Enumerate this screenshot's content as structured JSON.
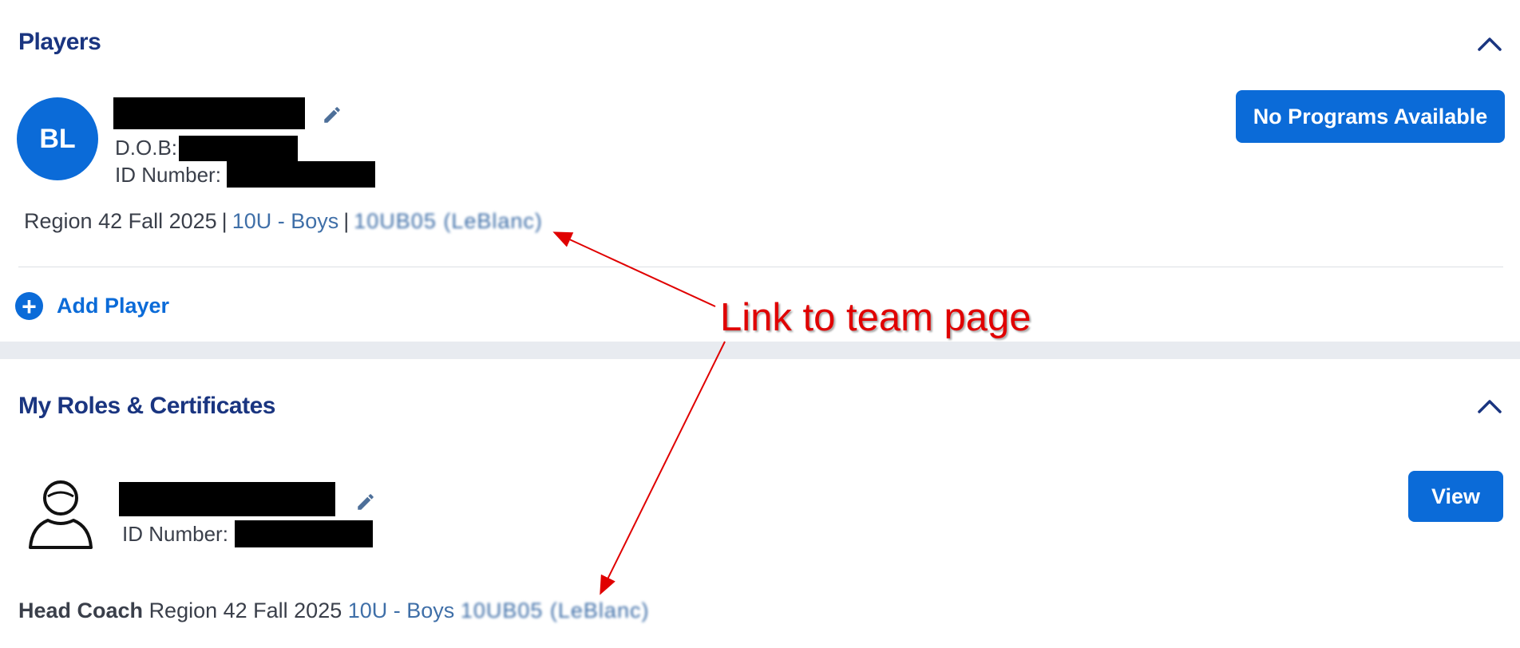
{
  "players": {
    "title": "Players",
    "player": {
      "initials": "BL",
      "dob_label": "D.O.B:",
      "id_label": "ID Number:",
      "button_label": "No Programs Available",
      "registration": {
        "program": "Region 42 Fall 2025",
        "division": "10U - Boys",
        "team": "10UB05 (LeBlanc)"
      }
    },
    "add_player_label": "Add Player"
  },
  "roles": {
    "title": "My Roles & Certificates",
    "person": {
      "id_label": "ID Number:",
      "button_label": "View",
      "role": "Head Coach",
      "program": "Region 42 Fall 2025",
      "division": "10U - Boys",
      "team": "10UB05 (LeBlanc)"
    }
  },
  "annotation": {
    "text": "Link to team page",
    "color": "#e00000"
  },
  "colors": {
    "accent": "#0b6bd8",
    "title": "#1a3580",
    "link": "#3f6fa8"
  }
}
